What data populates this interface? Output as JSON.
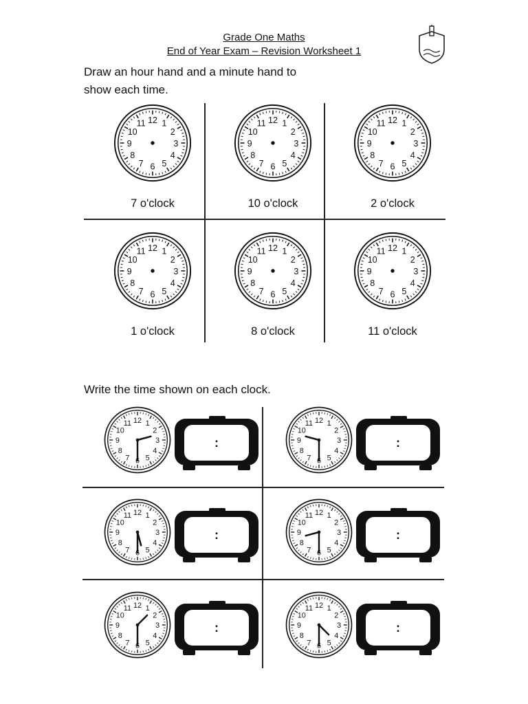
{
  "header": {
    "title": "Grade One Maths",
    "subtitle": "End of Year Exam – Revision Worksheet 1",
    "logo_icon": "school-crest-icon"
  },
  "section1": {
    "instruction": "Draw an hour hand and a minute hand to show each time.",
    "clocks": [
      {
        "label": "7 o'clock"
      },
      {
        "label": "10 o'clock"
      },
      {
        "label": "2 o'clock"
      },
      {
        "label": "1 o'clock"
      },
      {
        "label": "8 o'clock"
      },
      {
        "label": "11 o'clock"
      }
    ]
  },
  "section2": {
    "instruction": "Write the time shown on each clock.",
    "clocks": [
      {
        "hour": 2.5,
        "minute": 30,
        "colon": ":"
      },
      {
        "hour": 9.5,
        "minute": 30,
        "colon": ":"
      },
      {
        "hour": 5.5,
        "minute": 30,
        "colon": ":"
      },
      {
        "hour": 8.5,
        "minute": 30,
        "colon": ":"
      },
      {
        "hour": 1.5,
        "minute": 30,
        "colon": ":"
      },
      {
        "hour": 4.5,
        "minute": 30,
        "colon": ":"
      }
    ]
  },
  "numerals": [
    "1",
    "2",
    "3",
    "4",
    "5",
    "6",
    "7",
    "8",
    "9",
    "10",
    "11",
    "12"
  ]
}
